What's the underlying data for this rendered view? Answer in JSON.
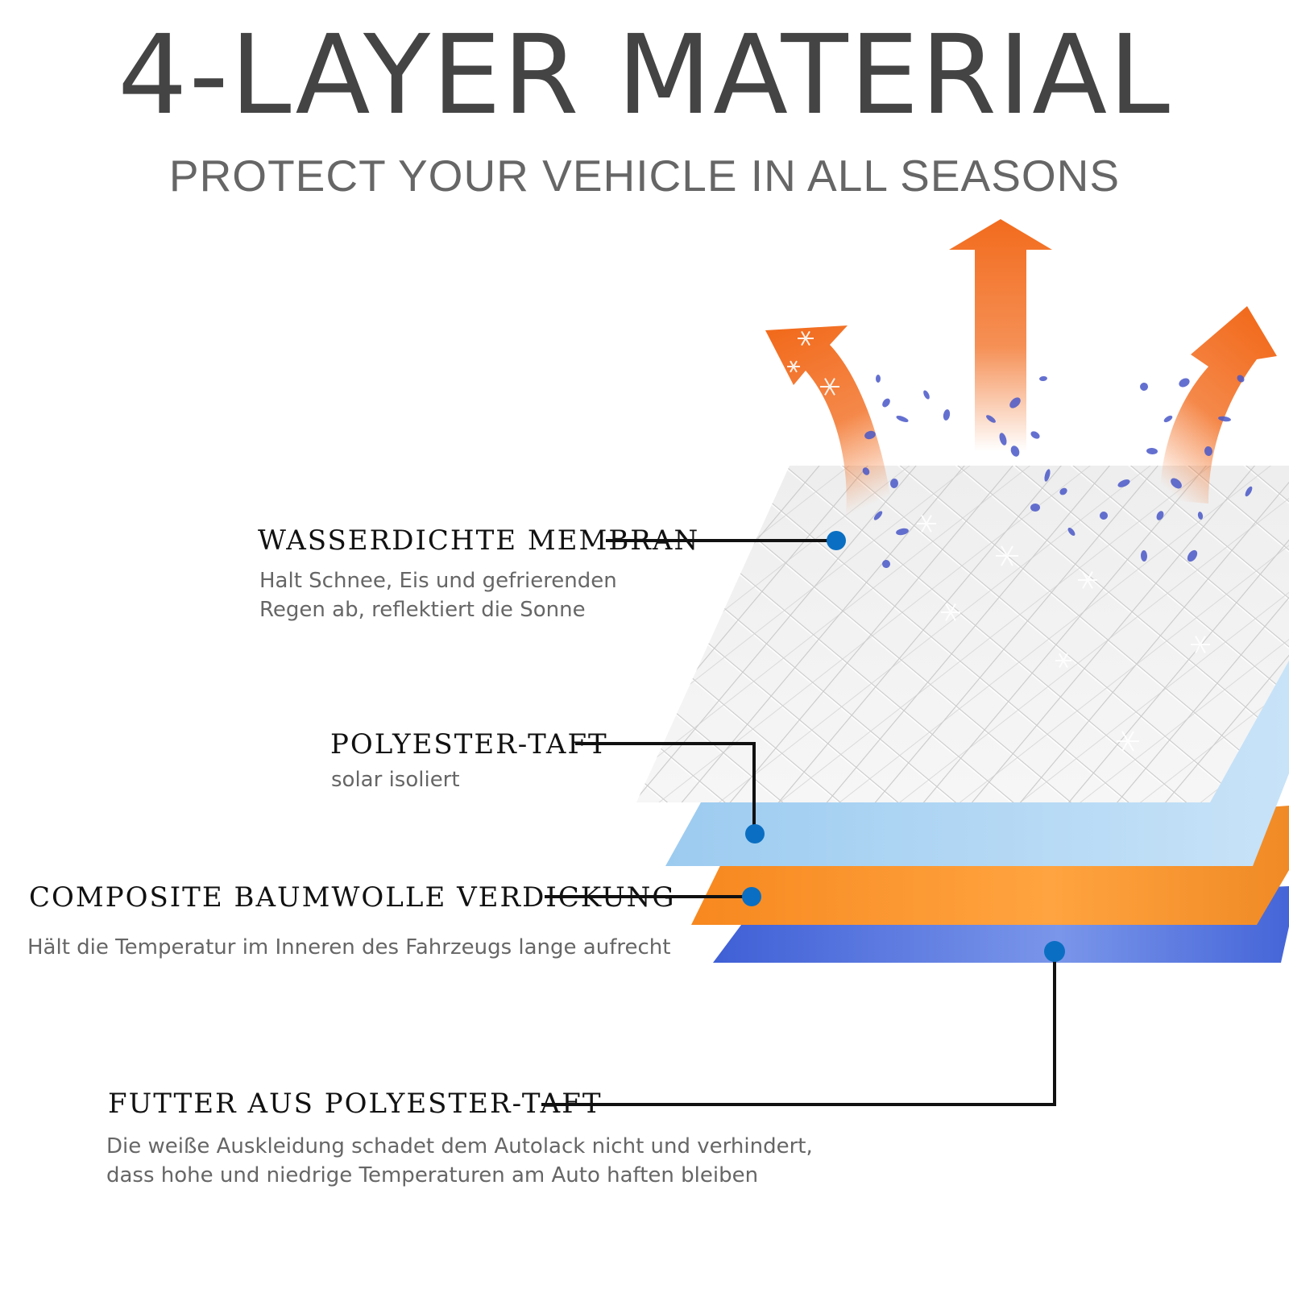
{
  "header": {
    "title": "4-LAYER MATERIAL",
    "subtitle": "PROTECT YOUR VEHICLE IN ALL SEASONS"
  },
  "layers": [
    {
      "name": "WASSERDICHTE MEMBRAN",
      "description_lines": [
        "Halt Schnee, Eis und gefrierenden",
        "Regen ab, reflektiert die Sonne"
      ],
      "color": "#f2f2f2"
    },
    {
      "name": "POLYESTER-TAFT",
      "description_lines": [
        "solar isoliert"
      ],
      "color": "#a9d2f3"
    },
    {
      "name": "COMPOSITE BAUMWOLLE VERDICKUNG",
      "description_lines": [
        "Hält die Temperatur im Inneren des Fahrzeugs lange aufrecht"
      ],
      "color": "#f7902c"
    },
    {
      "name": "FUTTER AUS POLYESTER-TAFT",
      "description_lines": [
        "Die weiße Auskleidung schadet dem Autolack nicht und verhindert,",
        "dass hohe und niedrige Temperaturen am Auto haften bleiben"
      ],
      "color": "#4f6fdc"
    }
  ],
  "colors": {
    "arrow": "#f26b1d",
    "marker": "#0a6fc2",
    "leader_line": "#111111",
    "droplet": "#4a58c8"
  },
  "icons": [
    "up-arrow-icon",
    "curved-arrow-left-icon",
    "curved-arrow-right-icon",
    "water-droplet-icon",
    "snowflake-icon"
  ]
}
